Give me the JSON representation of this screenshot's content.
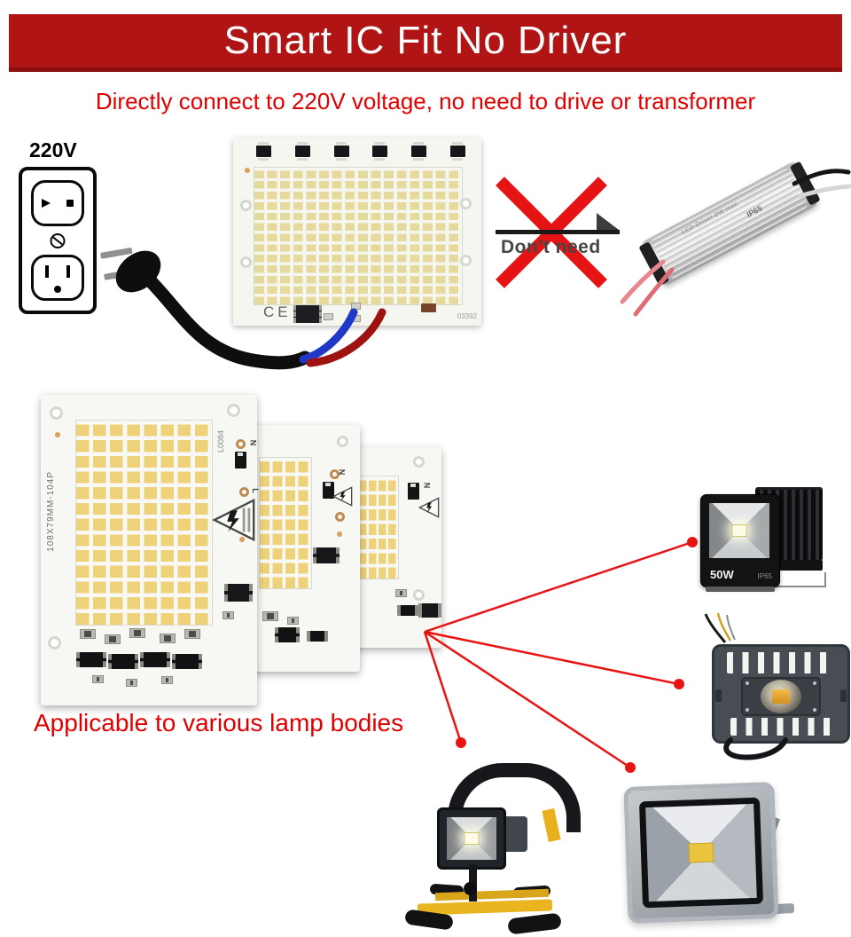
{
  "banner": {
    "title": "Smart IC Fit No Driver"
  },
  "subtitle": {
    "text": "Directly connect to 220V voltage, no need to drive or transformer"
  },
  "scene1": {
    "socket": {
      "label": "220V"
    },
    "led_board": {
      "ce_mark": "CE",
      "serial": "03392"
    },
    "dont_need": {
      "label": "Don't need"
    },
    "driver": {
      "label": "LED Driver 8W max",
      "rating": "IP65"
    }
  },
  "scene2": {
    "boards": [
      {
        "model": "108X79MM-104P",
        "code": "L0084",
        "terminal_n": "N",
        "terminal_l": "L"
      },
      {
        "terminal_n": "N"
      },
      {
        "terminal_n": "N"
      }
    ],
    "caption": {
      "text": "Applicable to various lamp bodies"
    },
    "floodlight_50w": {
      "wattage": "50W",
      "rating": "IP65"
    }
  },
  "colors": {
    "banner_red": "#b11414",
    "banner_edge": "#8c0f0f",
    "text_red": "#e10000",
    "accent_red": "#e51313",
    "dark_text": "#464646",
    "led_yellow": "#eed27a",
    "led_yellow_soft": "#e6d99c",
    "wire_blue": "#2038c8",
    "wire_red": "#9e1212",
    "cob_amber": "#d68f22"
  }
}
